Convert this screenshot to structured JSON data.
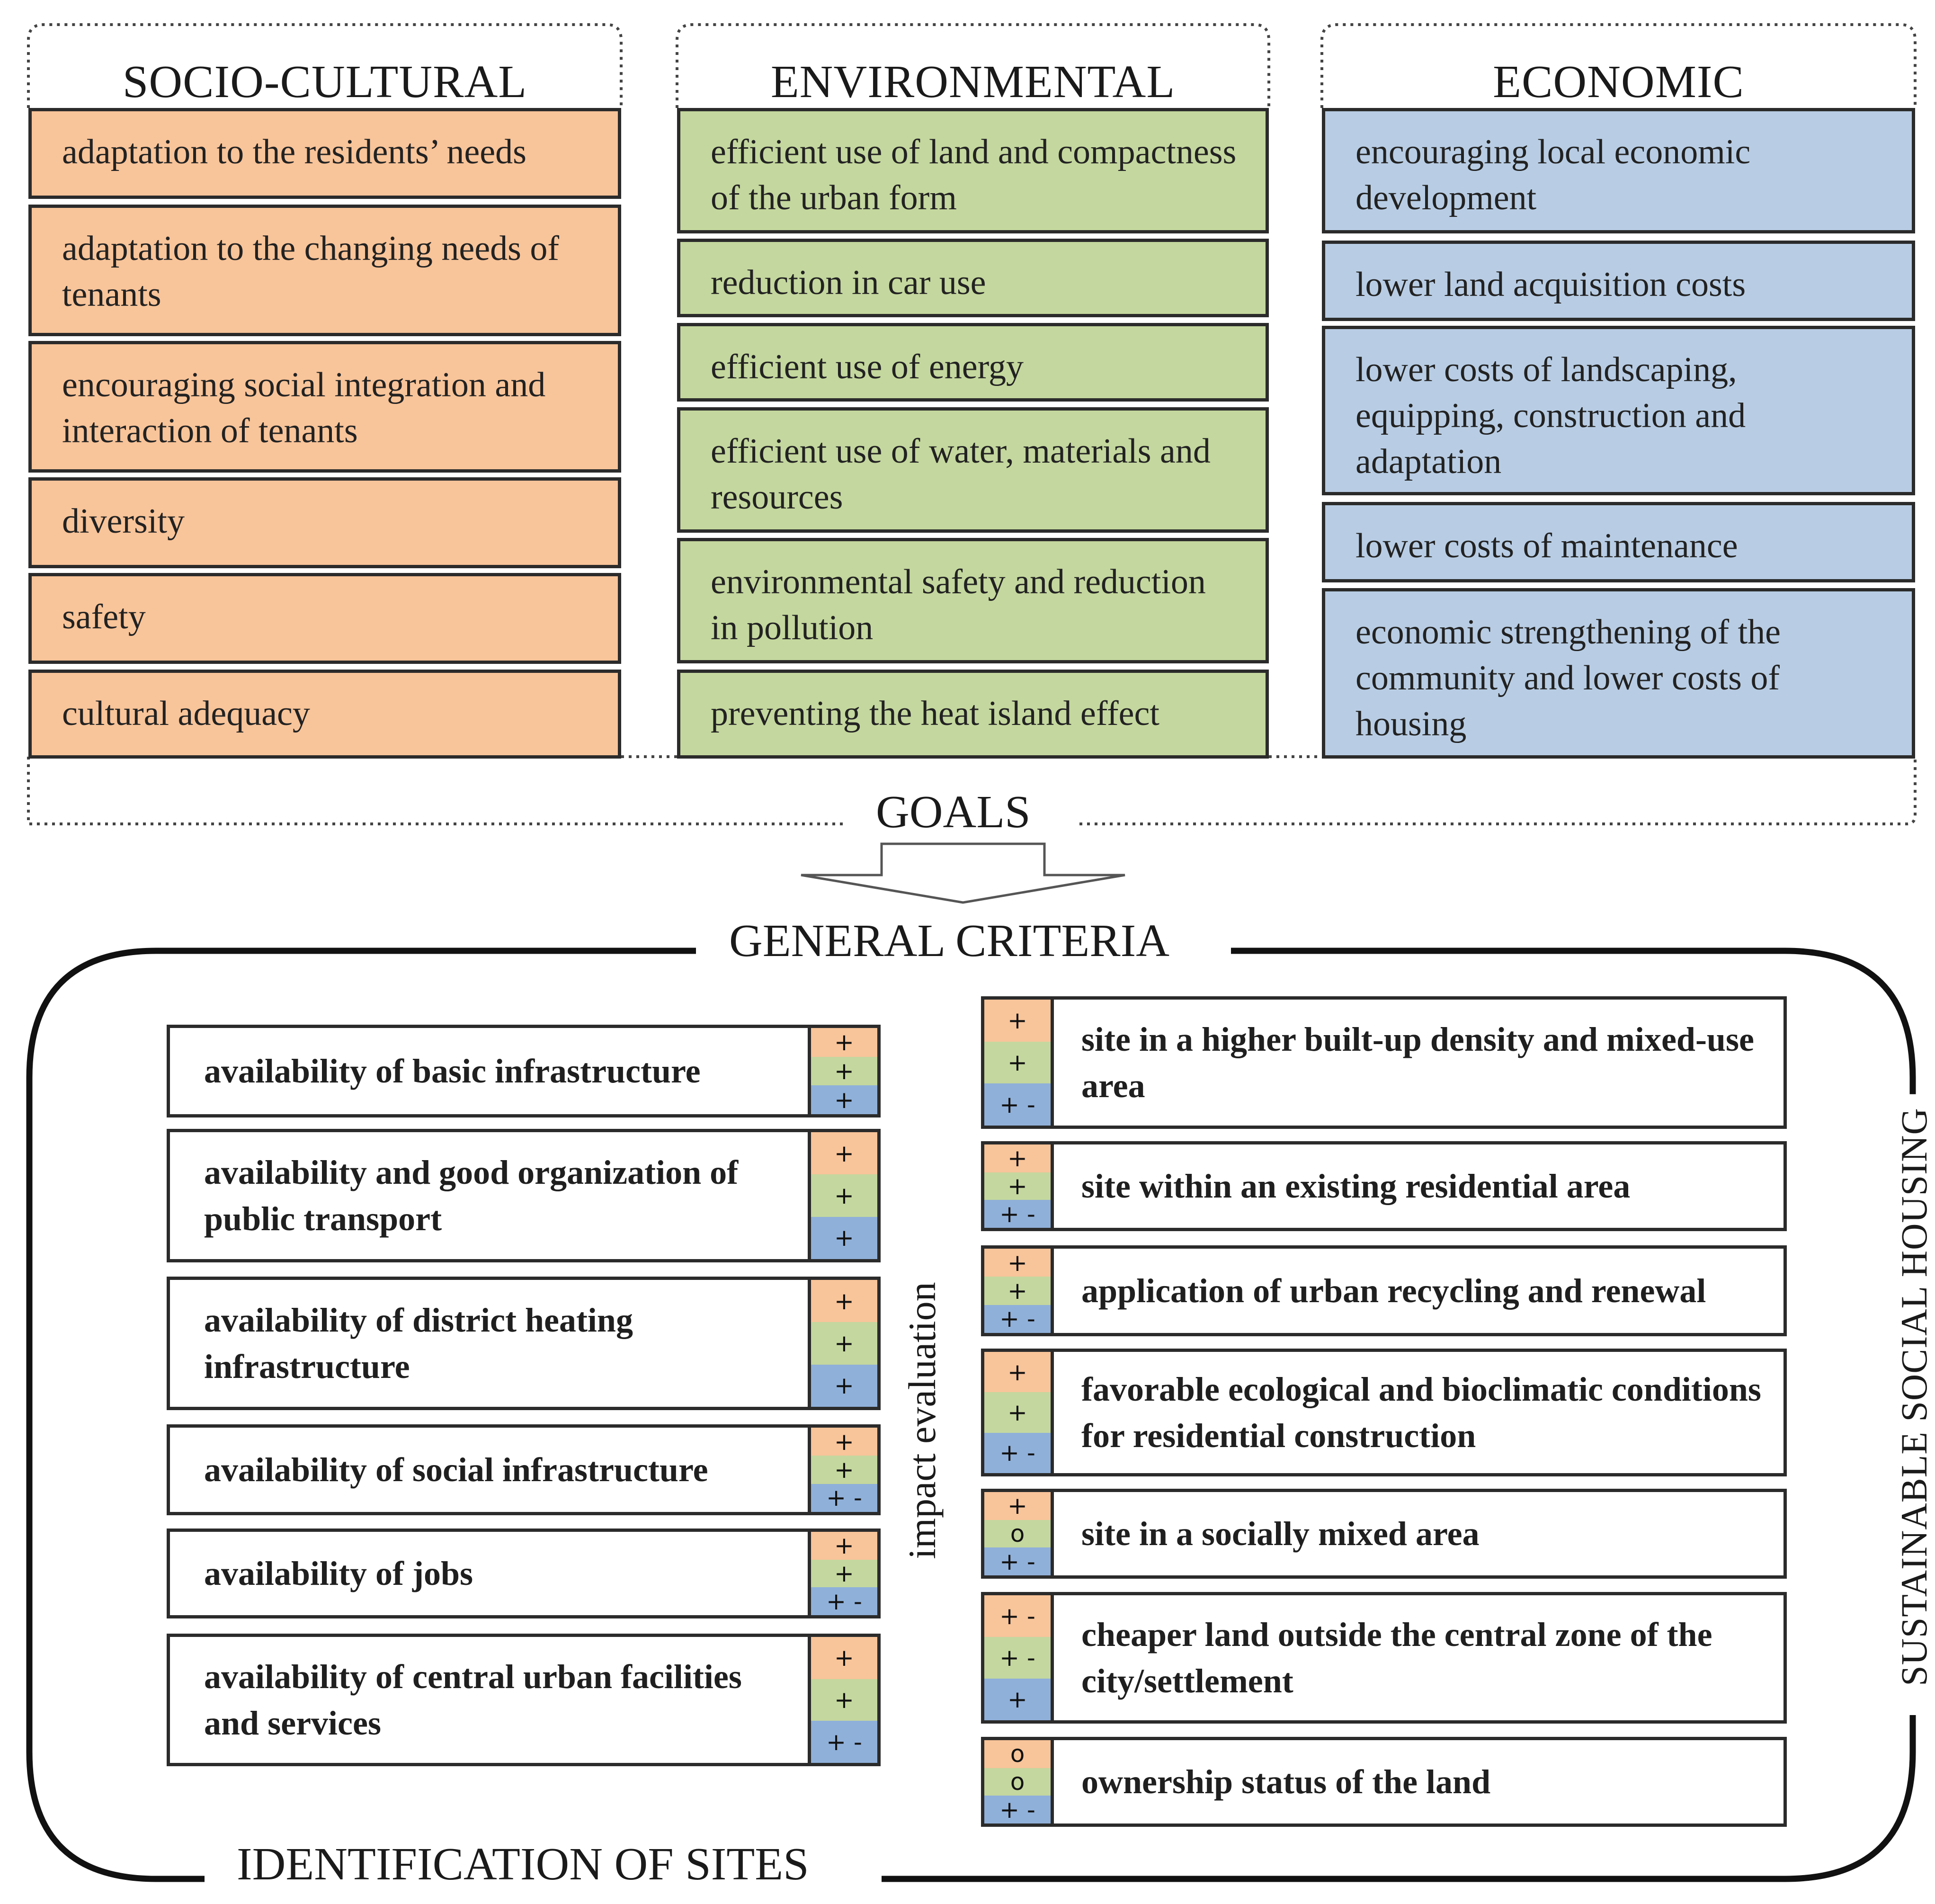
{
  "goals": {
    "label": "GOALS",
    "socio_cultural": {
      "title": "SOCIO-CULTURAL",
      "items": [
        "adaptation to the residents’ needs",
        "adaptation to the changing needs of tenants",
        "encouraging social integration and interaction of tenants",
        "diversity",
        "safety",
        "cultural adequacy"
      ]
    },
    "environmental": {
      "title": "ENVIRONMENTAL",
      "items": [
        "efficient use of land and compactness of the urban form",
        "reduction in car use",
        "efficient use of energy",
        "efficient use of water, materials and resources",
        "environmental safety and reduction in pollution",
        "preventing the heat island effect"
      ]
    },
    "economic": {
      "title": "ECONOMIC",
      "items": [
        "encouraging local economic development",
        "lower land acquisition costs",
        "lower costs of landscaping, equipping, construction and adaptation",
        "lower costs of maintenance",
        "economic strengthening of the community and lower costs of housing"
      ]
    }
  },
  "general_criteria": {
    "title": "GENERAL CRITERIA",
    "impact_label": "impact evaluation",
    "left": [
      {
        "text": "availability of basic infrastructure",
        "impact": [
          "+",
          "+",
          "+"
        ]
      },
      {
        "text": "availability and good organization of public transport",
        "impact": [
          "+",
          "+",
          "+"
        ]
      },
      {
        "text": "availability of district heating infrastructure",
        "impact": [
          "+",
          "+",
          "+"
        ]
      },
      {
        "text": "availability of social infrastructure",
        "impact": [
          "+",
          "+",
          "+ -"
        ]
      },
      {
        "text": "availability of jobs",
        "impact": [
          "+",
          "+",
          "+ -"
        ]
      },
      {
        "text": "availability of central urban facilities and services",
        "impact": [
          "+",
          "+",
          "+ -"
        ]
      }
    ],
    "right": [
      {
        "text": "site in a higher built-up density and mixed-use area",
        "impact": [
          "+",
          "+",
          "+ -"
        ]
      },
      {
        "text": "site within an existing residential area",
        "impact": [
          "+",
          "+",
          "+ -"
        ]
      },
      {
        "text": "application of urban recycling and renewal",
        "impact": [
          "+",
          "+",
          "+ -"
        ]
      },
      {
        "text": "favorable ecological and bioclimatic conditions for residential construction",
        "impact": [
          "+",
          "+",
          "+ -"
        ]
      },
      {
        "text": "site in a socially mixed area",
        "impact": [
          "+",
          "o",
          "+ -"
        ]
      },
      {
        "text": "cheaper land outside the central zone of the city/settlement",
        "impact": [
          "+ -",
          "+ -",
          "+"
        ]
      },
      {
        "text": "ownership status of the land",
        "impact": [
          "o",
          "o",
          "+ -"
        ]
      }
    ]
  },
  "side_label": "SUSTAINABLE SOCIAL HOUSING",
  "bottom_label": "IDENTIFICATION OF SITES",
  "colors": {
    "socio_cultural": "#f8c499",
    "environmental": "#c4d79e",
    "economic": "#b8cde4",
    "economic_impact": "#8fb0d9"
  }
}
